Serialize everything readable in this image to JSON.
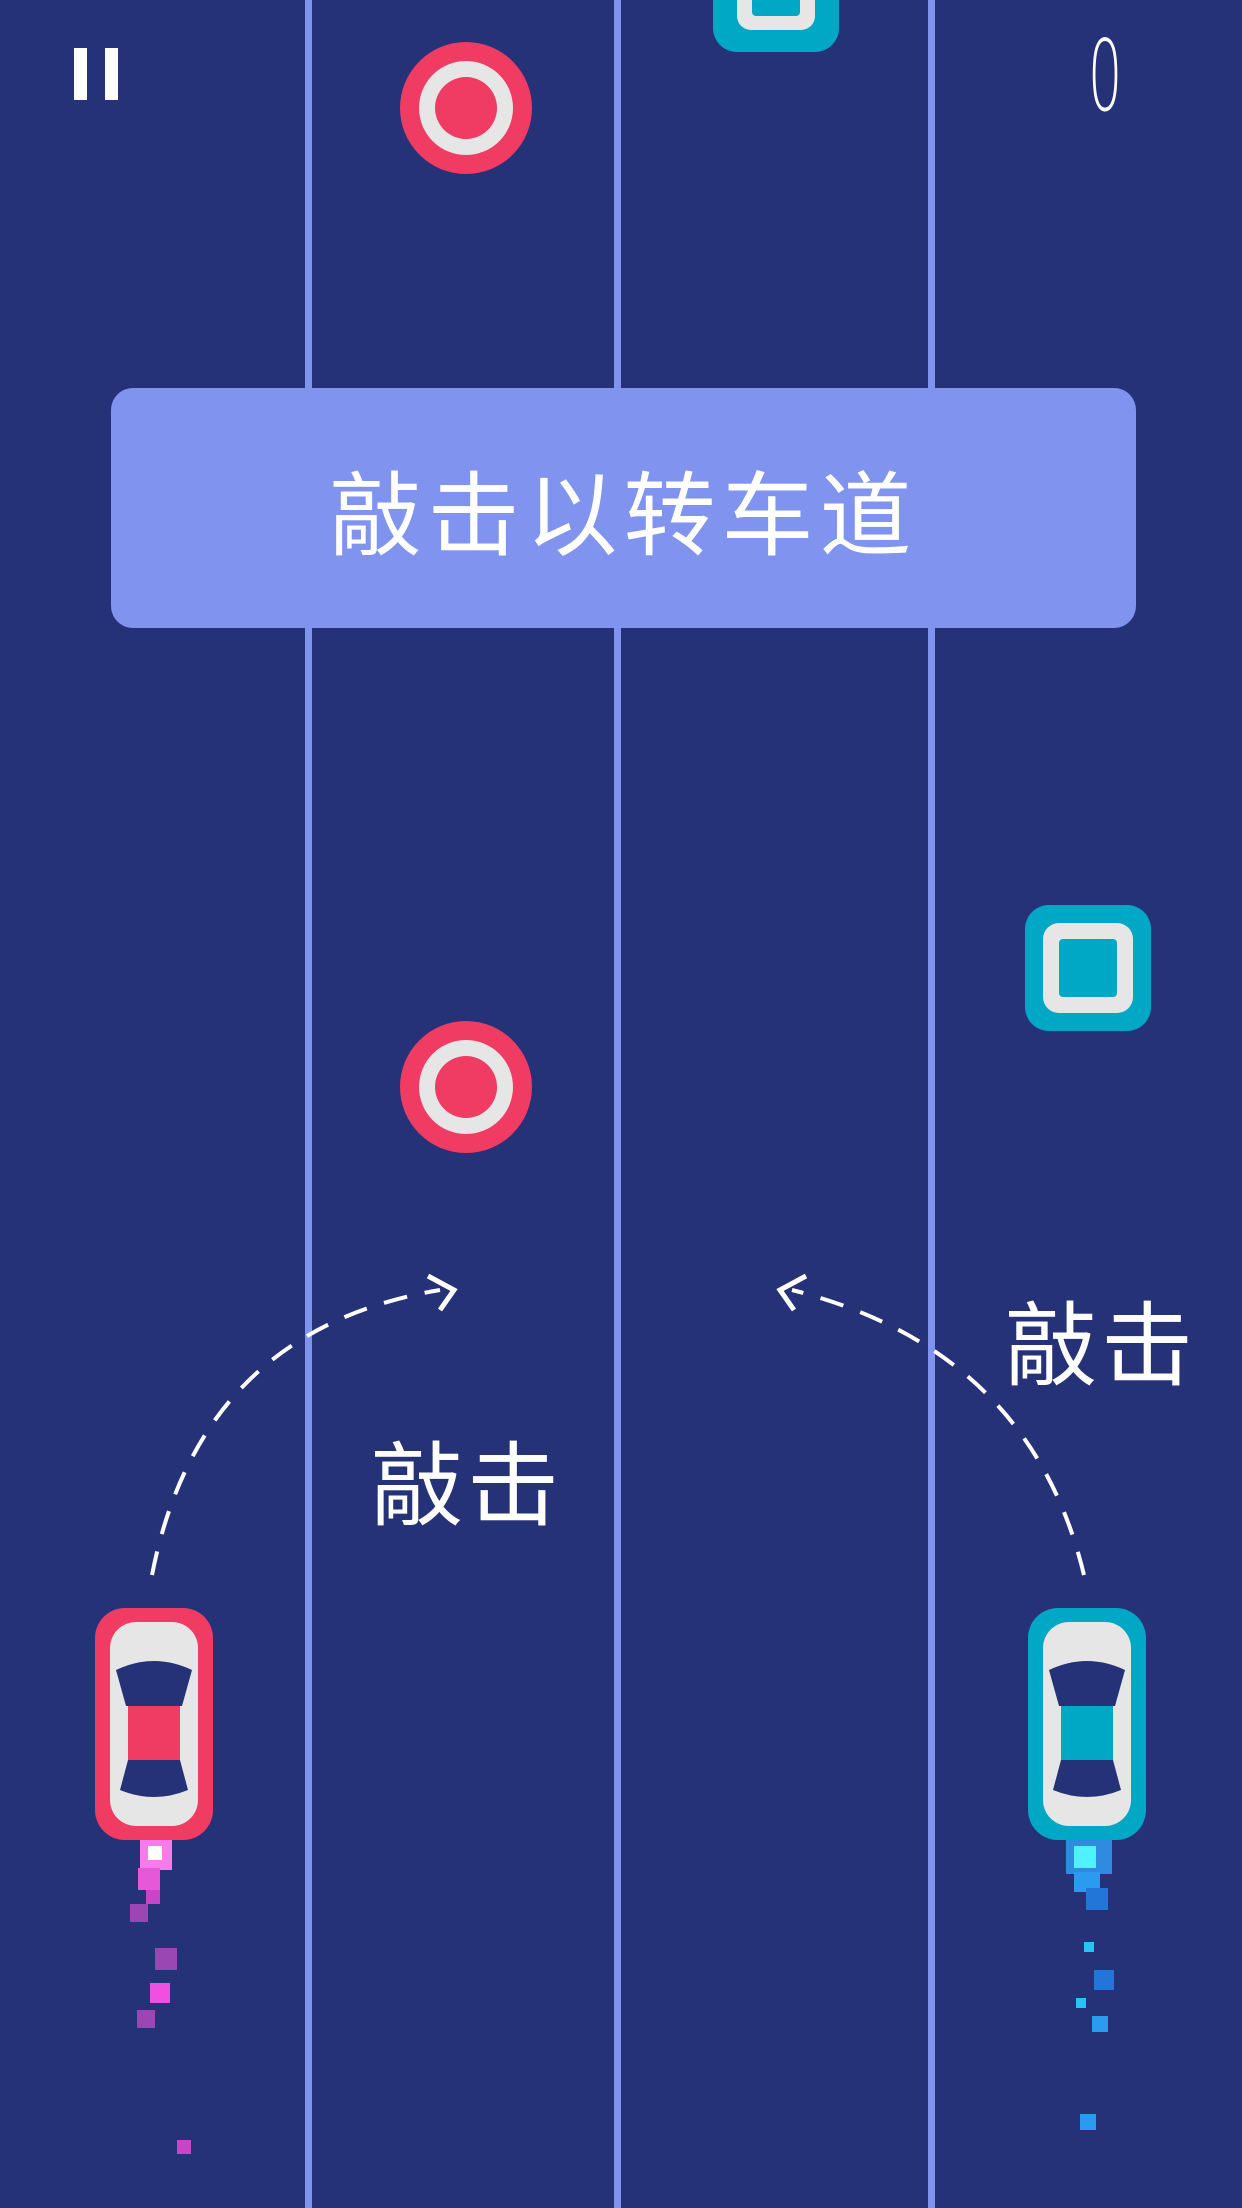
{
  "hud": {
    "pause_icon": "pause-icon",
    "score": "0"
  },
  "banner": {
    "text": "敲击以转车道"
  },
  "hints": {
    "left_tap_label": "敲击",
    "right_tap_label": "敲击"
  },
  "colors": {
    "background": "#253278",
    "lane_line": "#7F93EF",
    "red": "#F03B62",
    "teal": "#00A8C6",
    "light_gray": "#E6E6E6",
    "white": "#FFFFFF"
  },
  "obstacles": [
    {
      "type": "circle",
      "color": "red"
    },
    {
      "type": "square",
      "color": "teal"
    },
    {
      "type": "square",
      "color": "teal"
    },
    {
      "type": "circle",
      "color": "red"
    }
  ],
  "cars": [
    {
      "color": "red"
    },
    {
      "color": "teal"
    }
  ]
}
